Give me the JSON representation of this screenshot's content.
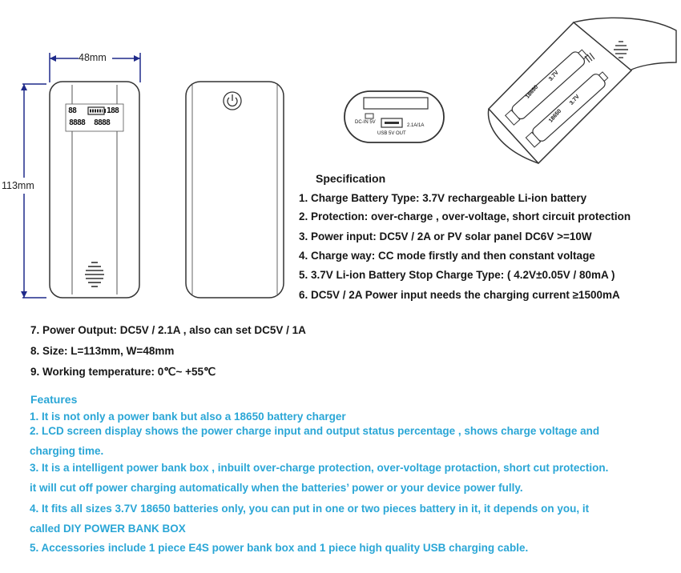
{
  "dimensions": {
    "width": "48mm",
    "height": "113mm"
  },
  "device": {
    "lcd_digits_top_left": "88",
    "lcd_digits_top_right": "188",
    "lcd_digits_bottom": "8888",
    "port_label_dcin": "DC-IN  5V",
    "port_label_usb": "USB  5V  OUT",
    "port_label_current": "2.1A/1A",
    "battery_label_a": "18650",
    "battery_voltage_a": "3.7V",
    "battery_label_b": "18650",
    "battery_voltage_b": "3.7V"
  },
  "specification": {
    "title": "Specification",
    "items": [
      "1. Charge Battery Type: 3.7V rechargeable Li-ion battery",
      "2. Protection: over-charge , over-voltage, short circuit protection",
      "3. Power input: DC5V / 2A or PV solar panel DC6V >=10W",
      "4. Charge way:  CC mode firstly and then constant voltage",
      "5. 3.7V Li-ion Battery Stop Charge Type: ( 4.2V±0.05V / 80mA )",
      "6. DC5V / 2A Power input needs the charging current ≥1500mA",
      "7. Power Output: DC5V / 2.1A , also can set  DC5V  / 1A",
      "8. Size: L=113mm, W=48mm",
      "9. Working temperature: 0℃~ +55℃"
    ]
  },
  "features": {
    "title": "Features",
    "lines": [
      "1. It is not only a power bank but also a 18650 battery charger",
      "2. LCD screen display shows the power charge input and output status percentage , shows charge voltage and",
      "charging time.",
      "3. It is a intelligent power bank box , inbuilt over-charge protection, over-voltage protaction, short cut protection.",
      "it will cut off power charging automatically when the batteries’   power or your device power fully.",
      "4. It fits all sizes 3.7V 18650 batteries only, you can put in one or two pieces battery in it, it depends on you, it",
      "called DIY POWER BANK BOX",
      "5. Accessories include 1 piece E4S power bank box and 1 piece high quality USB charging cable."
    ]
  },
  "colors": {
    "feature_text": "#2aa6d6",
    "dimension_line": "#1f2a8a",
    "outline": "#333333"
  }
}
